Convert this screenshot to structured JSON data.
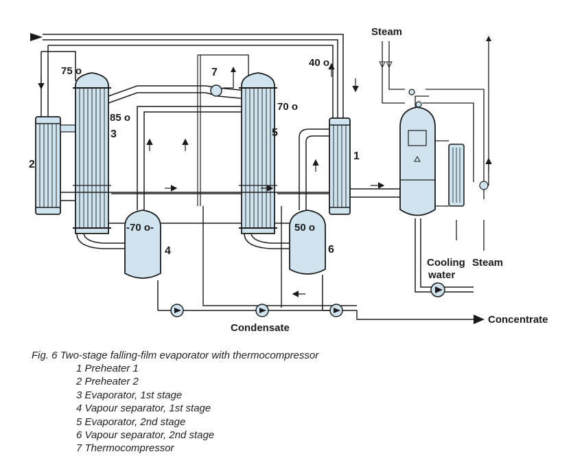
{
  "labels": {
    "steam_top": "Steam",
    "steam_right": "Steam",
    "cooling_water": "Cooling\nwater",
    "condensate": "Condensate",
    "concentrate": "Concentrate"
  },
  "temperatures": {
    "t75": "75 o",
    "t85": "85 o",
    "t70a": "70 o",
    "t70b": "-70 o-",
    "t50": "50 o",
    "t40": "40 o"
  },
  "numbers": {
    "n1": "1",
    "n2": "2",
    "n3": "3",
    "n4": "4",
    "n5": "5",
    "n6": "6",
    "n7": "7"
  },
  "caption": {
    "title": "Fig. 6 Two-stage falling-film evaporator with thermocompressor",
    "legend": [
      "1 Preheater 1",
      "2 Preheater 2",
      "3 Evaporator, 1st stage",
      "4 Vapour separator, 1st stage",
      "5 Evaporator, 2nd stage",
      "6 Vapour separator, 2nd stage",
      "7 Thermocompressor"
    ]
  },
  "colors": {
    "vessel_fill": "#cfe4ef",
    "line": "#1a1a1a",
    "accent": "#7fb2cf"
  }
}
